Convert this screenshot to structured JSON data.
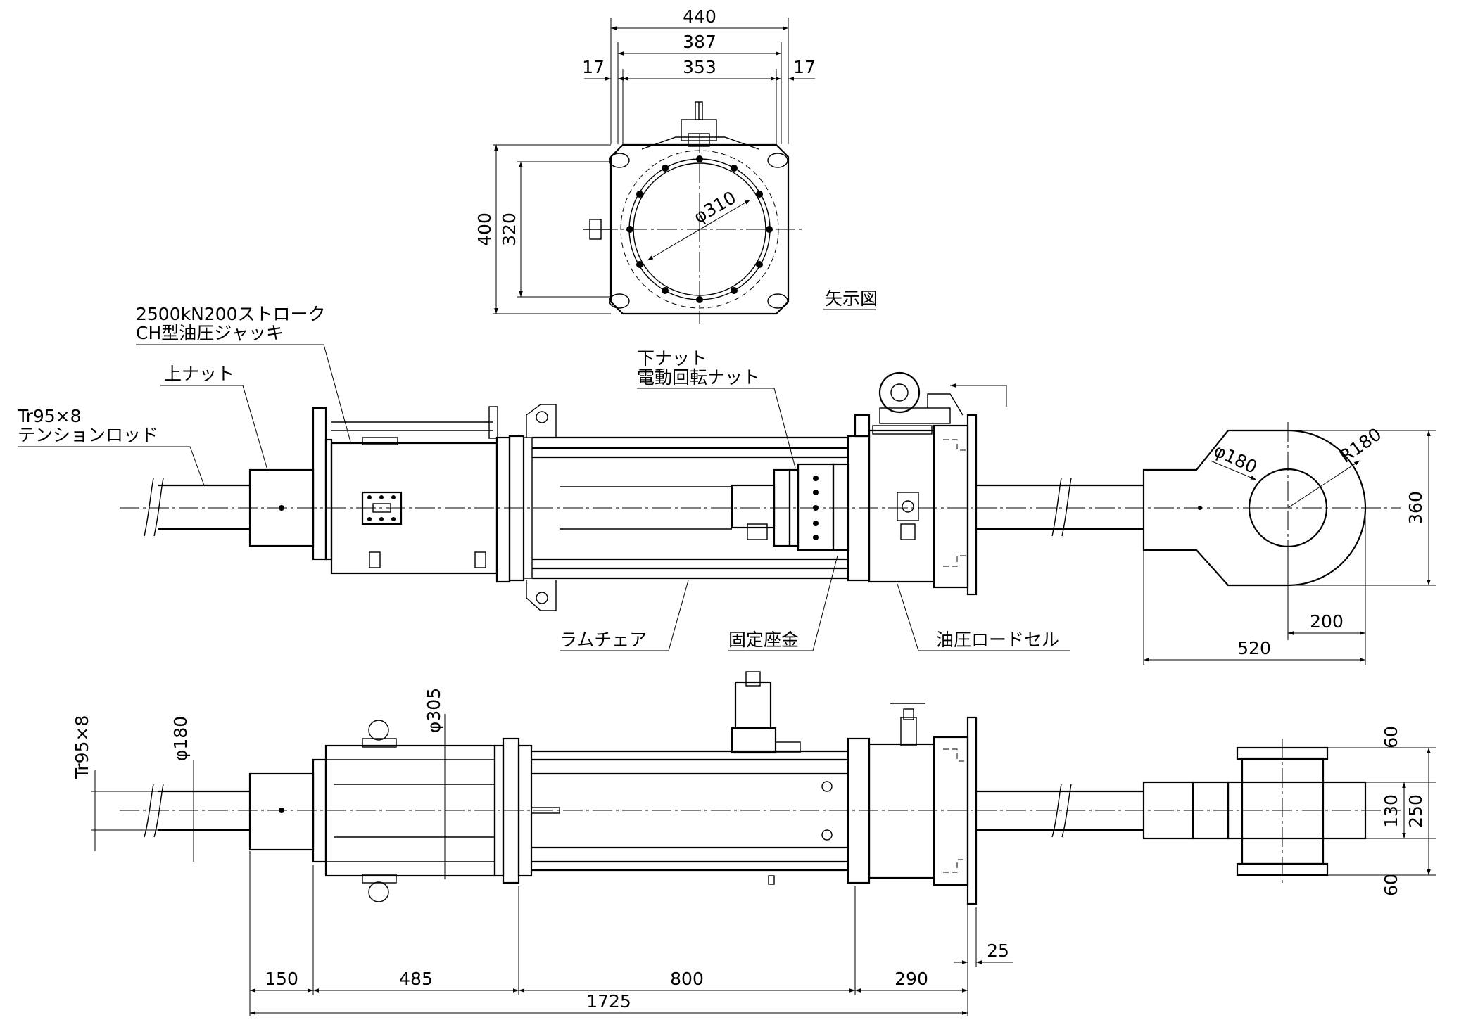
{
  "labels": {
    "jack_line1": "2500kN200ストローク",
    "jack_line2": "CH型油圧ジャッキ",
    "upper_nut": "上ナット",
    "rod_line1": "Tr95×8",
    "rod_line2": "テンションロッド",
    "lower_nut_line1": "下ナット",
    "lower_nut_line2": "電動回転ナット",
    "ram_chair": "ラムチェア",
    "fixed_washer": "固定座金",
    "load_cell": "油圧ロードセル",
    "arrow_view": "矢示図"
  },
  "dims_top": {
    "w440": "440",
    "w387": "387",
    "w353": "353",
    "m17_left": "17",
    "m17_right": "17",
    "h400": "400",
    "h320": "320",
    "phi310": "φ310"
  },
  "dims_front": {
    "phi180": "φ180",
    "r180": "R180",
    "h360": "360",
    "w200": "200",
    "w520": "520"
  },
  "dims_plan": {
    "tr95": "Tr95×8",
    "phi180": "φ180",
    "phi305": "φ305",
    "v60_top": "60",
    "v130": "130",
    "v250": "250",
    "v60_bottom": "60",
    "h25": "25",
    "h150": "150",
    "h485": "485",
    "h800": "800",
    "h290": "290",
    "h1725": "1725"
  }
}
